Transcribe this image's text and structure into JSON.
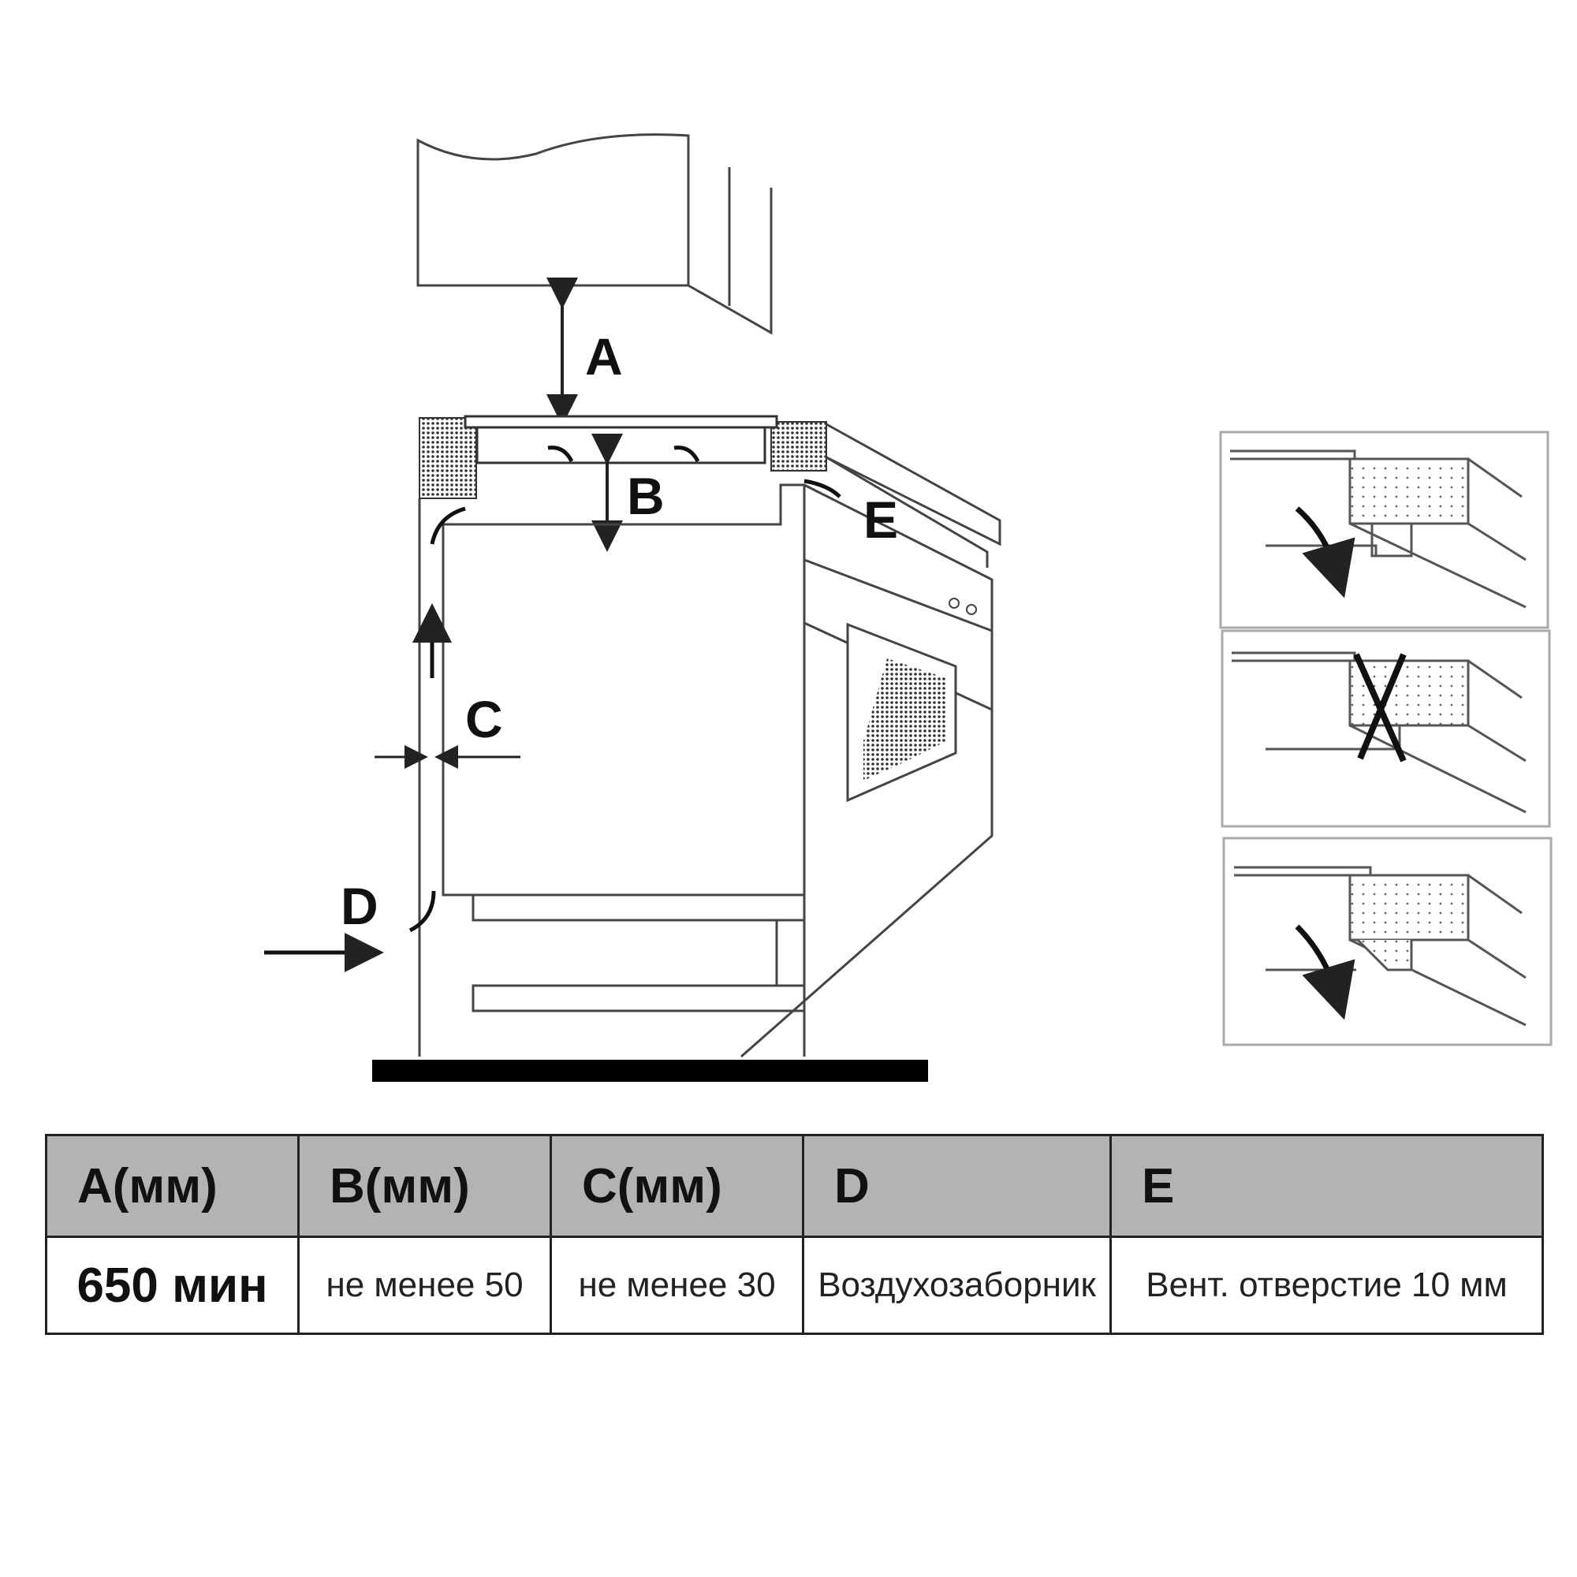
{
  "labels": {
    "a": "A",
    "b": "B",
    "c": "C",
    "d": "D",
    "e": "E"
  },
  "table": {
    "headers": [
      "A(мм)",
      "B(мм)",
      "C(мм)",
      "D",
      "E"
    ],
    "values": [
      "650 мин",
      "не менее 50",
      "не менее 30",
      "Воздухозаборник",
      "Вент. отверстие 10 мм"
    ]
  },
  "colors": {
    "line": "#333333",
    "header_bg": "#b3b3b3",
    "floor": "#000000"
  }
}
